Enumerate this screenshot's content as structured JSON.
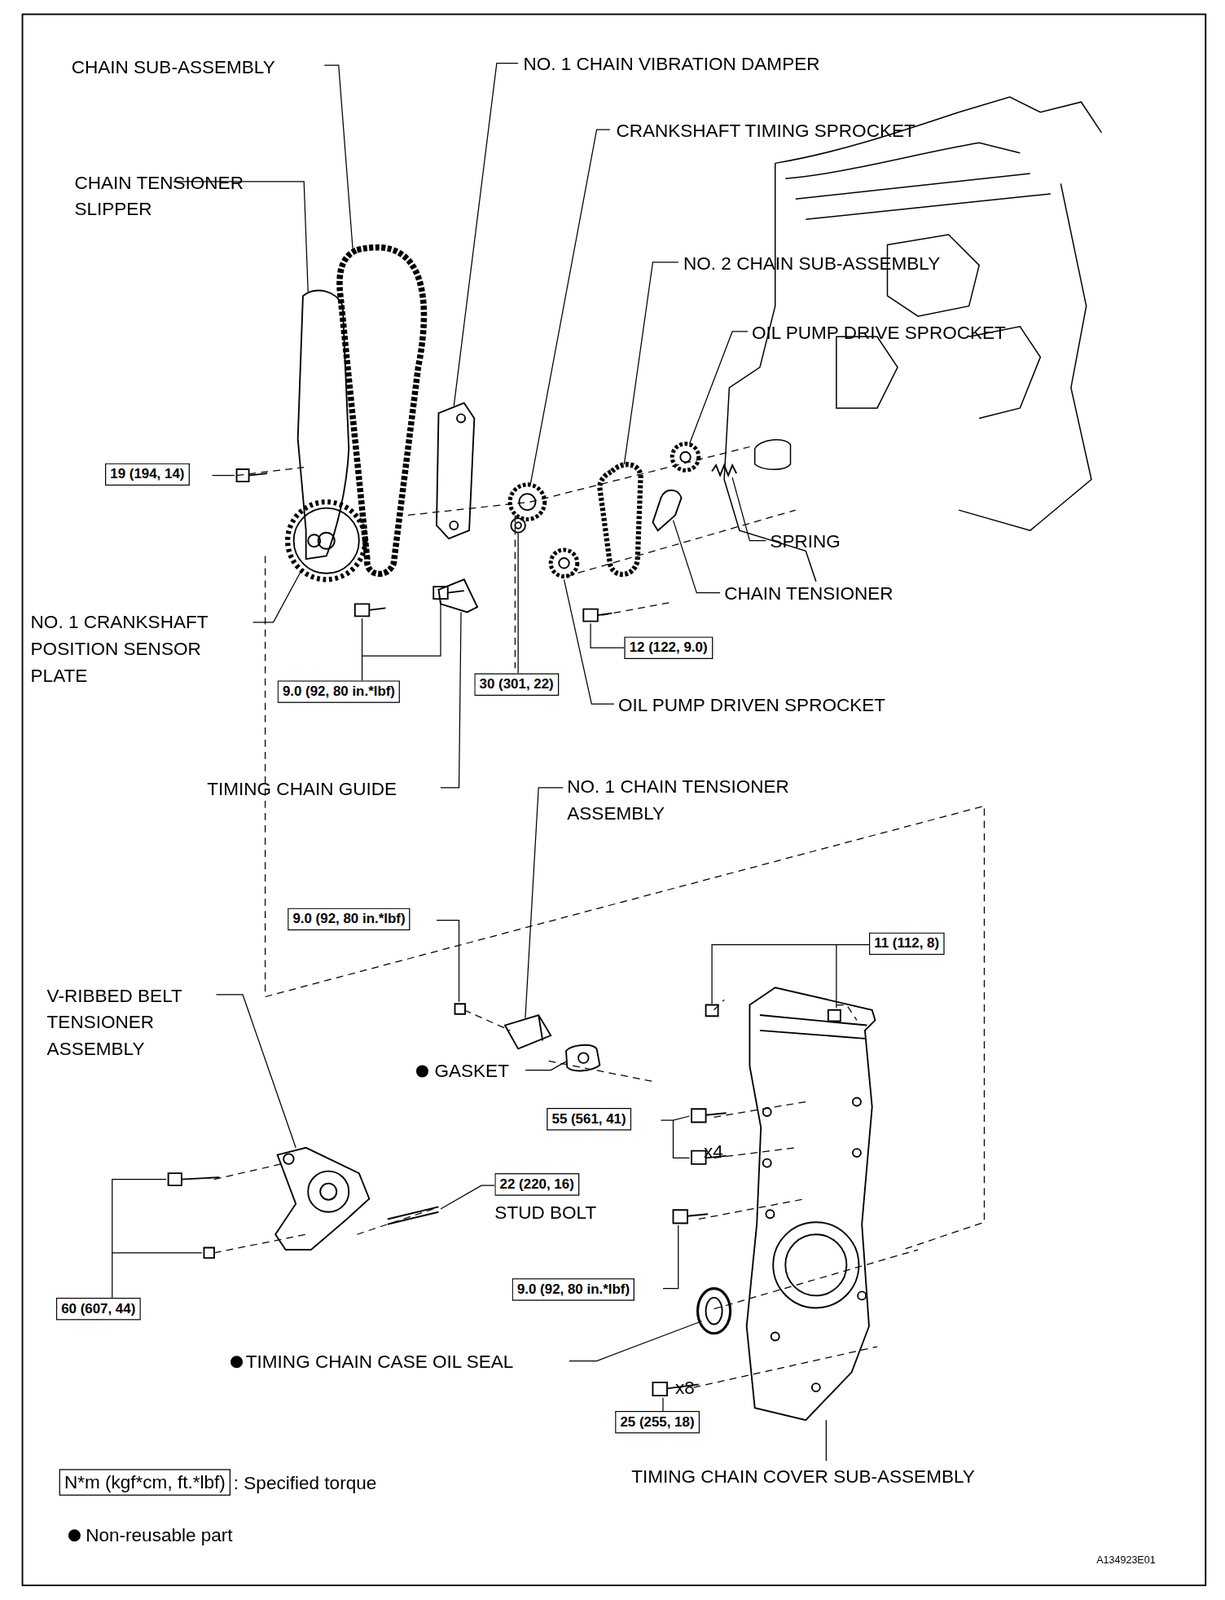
{
  "diagram": {
    "nodes": [
      {
        "text": [
          "19 (194, 14)"
        ]
      },
      {
        "text": [
          "9.0 (92, 80 in.*lbf)"
        ]
      },
      {
        "text": [
          "30 (301, 22)"
        ]
      },
      {
        "text": [
          "12 (122, 9.0)"
        ]
      },
      {
        "text": [
          "9.0 (92, 80 in.*lbf)"
        ]
      },
      {
        "text": [
          "11 (112, 8)"
        ]
      },
      {
        "text": [
          "55 (561, 41)"
        ]
      },
      {
        "text": [
          "22 (220, 16)"
        ]
      },
      {
        "text": [
          "9.0 (92, 80 in.*lbf)"
        ]
      },
      {
        "text": [
          "60 (607, 44)"
        ]
      },
      {
        "text": [
          "25 (255, 18)"
        ]
      }
    ],
    "labels": [
      "CHAIN SUB-ASSEMBLY",
      "NO. 1 CHAIN VIBRATION DAMPER",
      "CRANKSHAFT TIMING SPROCKET",
      "CHAIN TENSIONER SLIPPER",
      "NO. 2 CHAIN SUB-ASSEMBLY",
      "OIL PUMP DRIVE SPROCKET",
      "SPRING",
      "CHAIN TENSIONER",
      "NO. 1 CRANKSHAFT POSITION SENSOR PLATE",
      "OIL PUMP DRIVEN SPROCKET",
      "TIMING CHAIN GUIDE",
      "NO. 1 CHAIN TENSIONER ASSEMBLY",
      "V-RIBBED BELT TENSIONER ASSEMBLY",
      "GASKET",
      "x4",
      "STUD BOLT",
      "TIMING CHAIN CASE OIL SEAL",
      "x8",
      "TIMING CHAIN COVER SUB-ASSEMBLY",
      "N*m (kgf*cm, ft.*lbf)",
      "A134923E01"
    ],
    "legend": [
      {
        "text": ": Specified torque"
      },
      {
        "text": "Non-reusable part"
      }
    ]
  }
}
